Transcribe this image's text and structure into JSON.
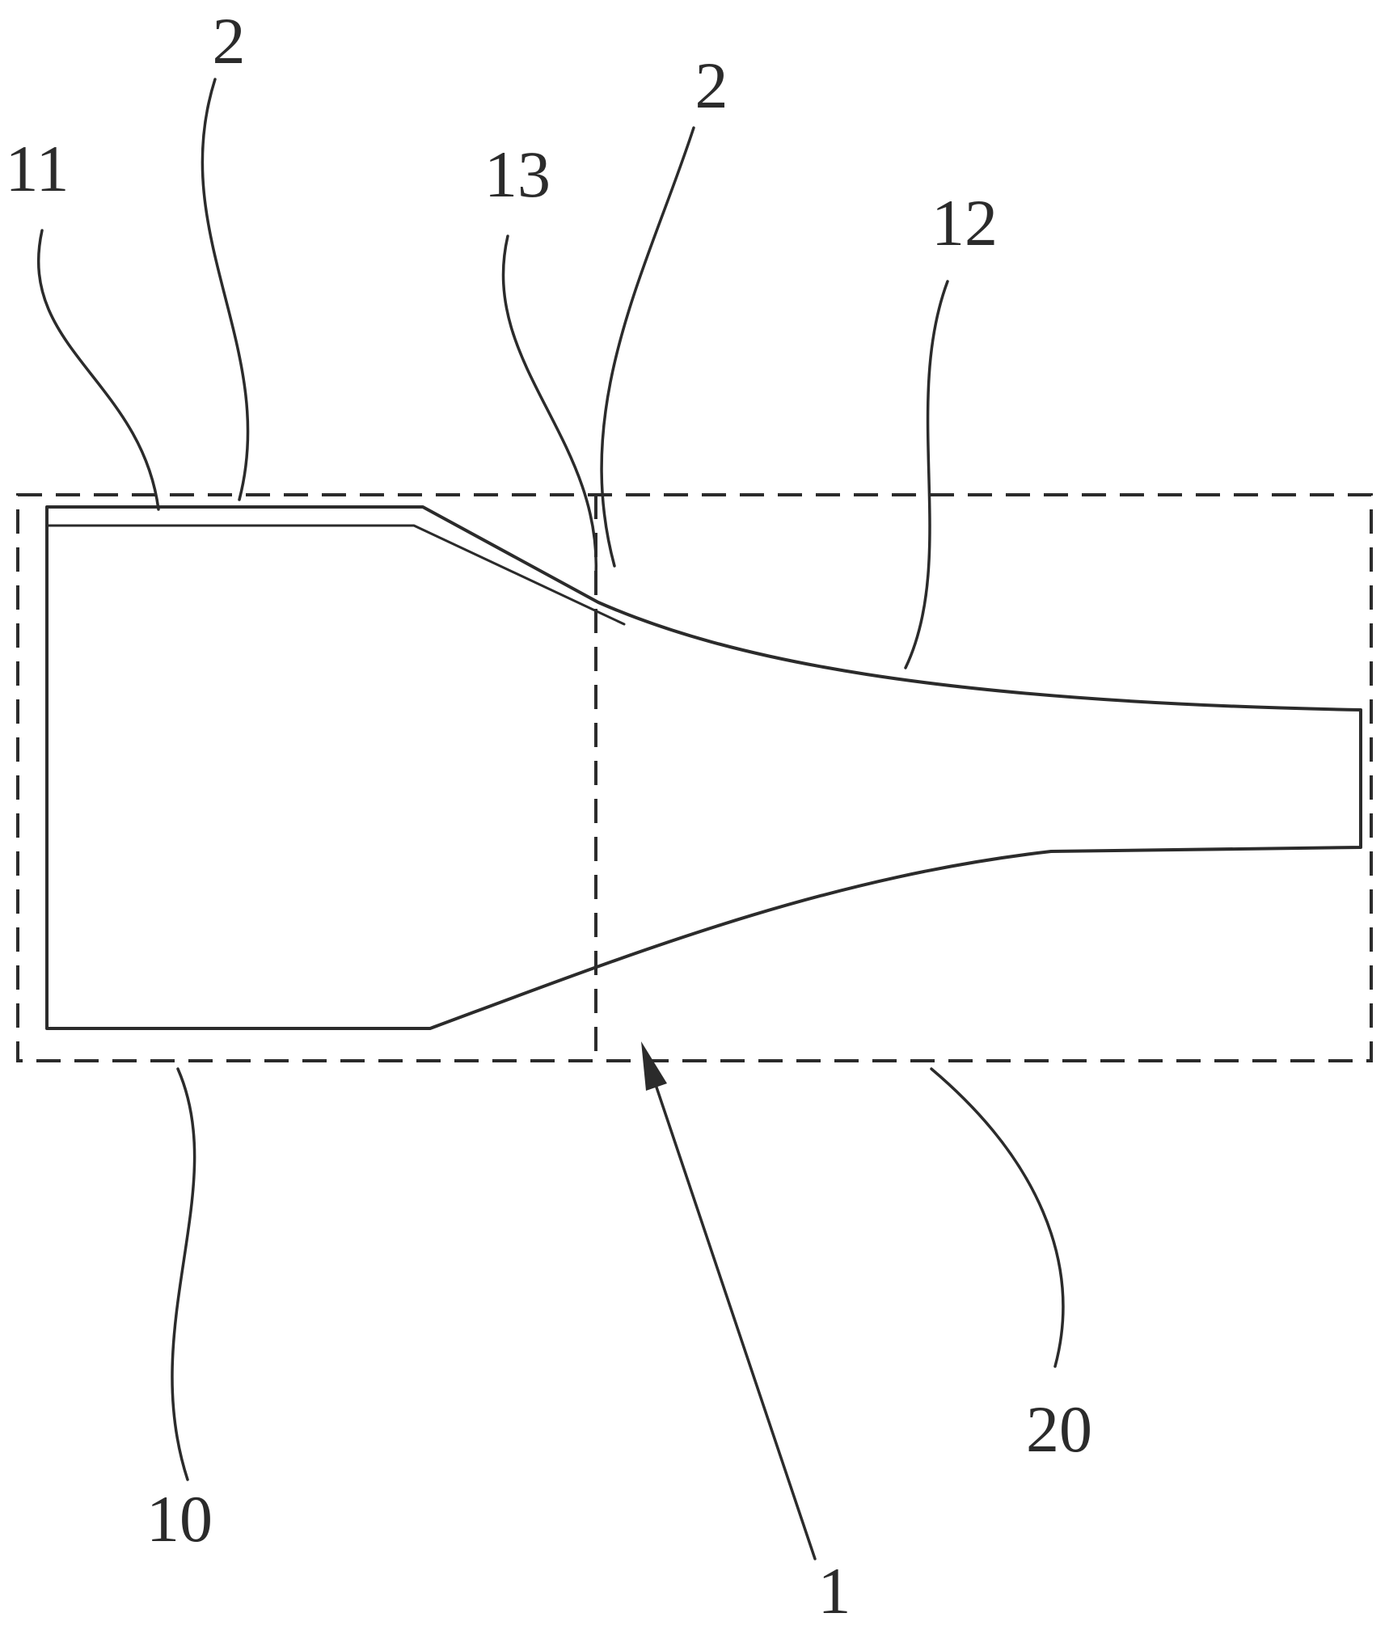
{
  "figure": {
    "kind": "patent-line-drawing",
    "background_color": "#ffffff",
    "line_color": "#2b2b2b",
    "labels": {
      "ref2_left": {
        "text": "2"
      },
      "ref11": {
        "text": "11"
      },
      "ref13": {
        "text": "13"
      },
      "ref2_right": {
        "text": "2"
      },
      "ref12": {
        "text": "12"
      },
      "ref10": {
        "text": "10"
      },
      "ref20": {
        "text": "20"
      },
      "ref1": {
        "text": "1"
      }
    }
  }
}
